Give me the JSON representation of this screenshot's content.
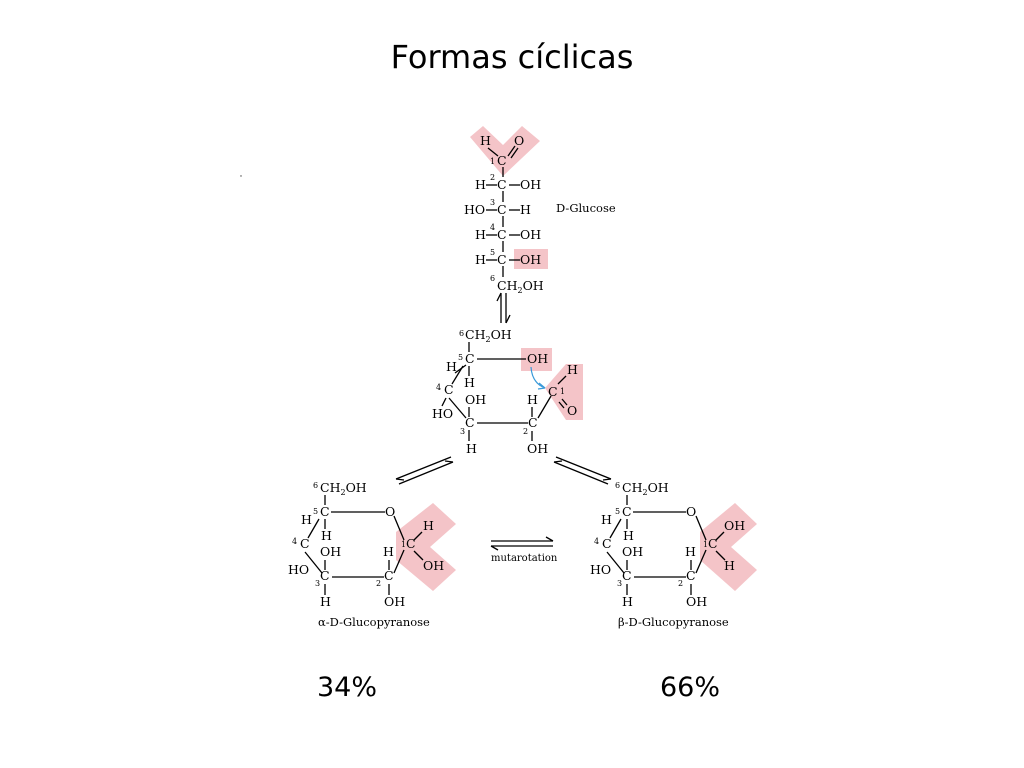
{
  "slide": {
    "title": "Formas cíclicas",
    "alpha_percent": "34%",
    "beta_percent": "66%"
  },
  "labels": {
    "glucose": "D-Glucose",
    "alpha": "α-D-Glucopyranose",
    "beta": "β-D-Glucopyranose",
    "mutarotation": "mutarotation"
  },
  "colors": {
    "highlight": "#f4c4c8",
    "arrow": "#3a9ad9"
  }
}
